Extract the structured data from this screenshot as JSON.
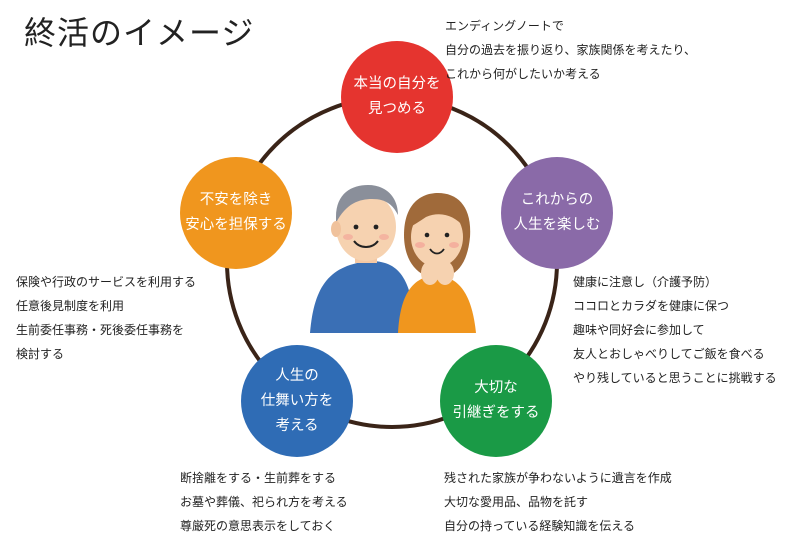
{
  "title": "終活のイメージ",
  "colors": {
    "ring": "#3a2418",
    "red": "#e5342f",
    "purple": "#8a6aa8",
    "green": "#1a9a46",
    "blue": "#2f6cb5",
    "orange": "#f0961e"
  },
  "nodes": {
    "top": {
      "label": "本当の自分を\n見つめる"
    },
    "right": {
      "label": "これからの\n人生を楽しむ"
    },
    "bottom_right": {
      "label": "大切な\n引継ぎをする"
    },
    "bottom_left": {
      "label": "人生の\n仕舞い方を\n考える"
    },
    "left": {
      "label": "不安を除き\n安心を担保する"
    }
  },
  "notes": {
    "top": [
      "エンディングノートで",
      "自分の過去を振り返り、家族関係を考えたり、",
      "これから何がしたいか考える"
    ],
    "right": [
      "健康に注意し（介護予防）",
      "ココロとカラダを健康に保つ",
      "趣味や同好会に参加して",
      "友人とおしゃべりしてご飯を食べる",
      "やり残していると思うことに挑戦する"
    ],
    "bottom_right": [
      "残された家族が争わないように遺言を作成",
      "大切な愛用品、品物を託す",
      "自分の持っている経験知識を伝える"
    ],
    "bottom_left": [
      "断捨離をする・生前葬をする",
      "お墓や葬儀、祀られ方を考える",
      "尊厳死の意思表示をしておく"
    ],
    "left": [
      "保険や行政のサービスを利用する",
      "任意後見制度を利用",
      "生前委任事務・死後委任事務を",
      "検討する"
    ]
  },
  "illustration": {
    "icon": "elderly-couple-icon"
  }
}
